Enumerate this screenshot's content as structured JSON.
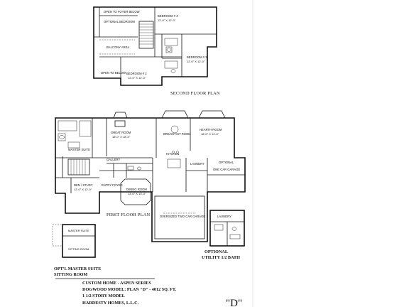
{
  "drawing": {
    "second_floor": {
      "title": "SECOND FLOOR PLAN",
      "rooms": {
        "bedroom_4": "BEDROOM # 4",
        "bedroom_3": "BEDROOM # 3",
        "bedroom_2": "BEDROOM # 2",
        "balcony": "BALCONY AREA",
        "open_foyer": "OPEN TO FOYER BELOW",
        "open_below": "OPEN TO BELOW",
        "opt_bedroom": "OPTIONAL BEDROOM"
      }
    },
    "first_floor": {
      "title": "FIRST FLOOR PLAN",
      "rooms": {
        "great_room": "GREAT ROOM",
        "breakfast": "BREAKFAST ROOM",
        "hearth": "HEARTH ROOM",
        "kitchen": "KITCHEN",
        "gallery": "GALLERY",
        "master": "MASTER SUITE",
        "dining": "DINING ROOM",
        "entry": "ENTRY FOYER",
        "den": "DEN / STUDY",
        "garage": "OVERSIZED TWO CAR GARAGE",
        "laundry": "LAUNDRY",
        "optional": "OPTIONAL",
        "one_car": "ONE CAR GARAGE"
      }
    },
    "opt_master": {
      "caption_line1": "OPT'L MASTER SUITE",
      "caption_line2": "SITTING ROOM"
    },
    "optional_utility": {
      "caption_line1": "OPTIONAL",
      "caption_line2": "UTILITY 1/2 BATH",
      "laundry": "LAUNDRY"
    },
    "title_block": {
      "line1": "CUSTOM HOME - ASPEN SERIES",
      "line2": "DOGWOOD MODEL: PLAN \"D\" - 4012 SQ. FT.",
      "line3": "1 1/2 STORY MODEL",
      "company": "HARDESTY HOMES, L.L.C.",
      "plan_letter": "\"D\""
    }
  }
}
